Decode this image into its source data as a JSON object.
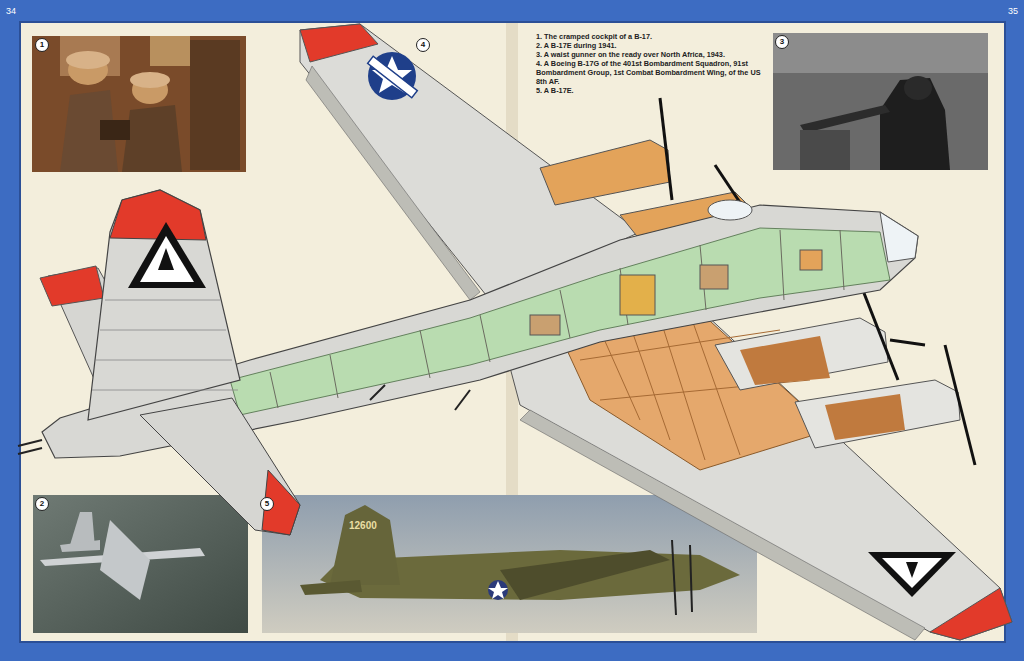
{
  "diagram": {
    "nodes": [
      {
        "text": [
          "1"
        ]
      },
      {
        "text": [
          "4"
        ]
      },
      {
        "text": [
          "3"
        ]
      },
      {
        "text": [
          "2"
        ]
      },
      {
        "text": [
          "5"
        ]
      }
    ],
    "labels": [
      "34",
      "35",
      "1. The cramped cockpit of a B-17.",
      "2. A B-17E during 1941.",
      "3. A waist gunner on the ready over North Africa, 1943.",
      "4. A Boeing B-17G of the 401st Bombardment Squadron, 91st Bombardment Group, 1st Combat Bombardment Wing, of the US 8th AF.",
      "5. A B-17E.",
      "12600"
    ]
  }
}
